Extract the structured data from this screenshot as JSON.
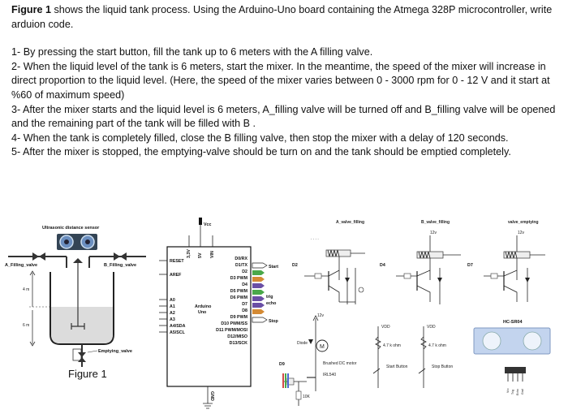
{
  "problem": {
    "intro_bold": "Figure 1",
    "intro_rest": " shows the liquid tank process. Using the Arduino-Uno board containing the Atmega 328P microcontroller, write arduion code.",
    "steps": [
      "1- By pressing the start button, fill the tank up to 6 meters with the A filling valve.",
      "2- When the liquid level of the tank is 6 meters, start the mixer. In the meantime, the speed of the mixer will increase in direct proportion to the liquid level. (Here, the speed of the mixer varies between 0 - 3000 rpm for 0 - 12 V and it start at %60 of maximum speed)",
      "3- After the mixer starts and the liquid level is 6 meters, A_filling valve will be turned off and B_filling valve will be opened and the remaining part of the tank will be filled with B .",
      "4- When the tank is completely filled, close the B filling valve, then stop the mixer with a delay of 120 seconds.",
      "5- After the mixer is stopped, the emptying-valve should be turn on and the tank should be emptied completely."
    ]
  },
  "tank": {
    "sensor_label": "Ultrasonic distance sensor",
    "a_valve": "A_Filling_valve",
    "b_valve": "B_Filling_valve",
    "emptying": "Emptying_valve",
    "level_top": "4 m",
    "level_bottom": "6 m",
    "caption": "Figure 1"
  },
  "arduino": {
    "vcc": "Vcc",
    "top_pins": [
      "3,3V",
      "5V",
      "VIN"
    ],
    "left_pins": [
      "RESET",
      "AREF",
      "A0",
      "A1",
      "A2",
      "A3",
      "A4/SDA",
      "A5/SCL"
    ],
    "right_pins": [
      "D0/RX",
      "D1/TX",
      "D2",
      "D3 PWM",
      "D4",
      "D5 PWM",
      "D6 PWM",
      "D7",
      "D8",
      "D9 PWM",
      "D10 PWM/SS",
      "D11 PWM/MOSI",
      "D12/MISO",
      "D13/SCK"
    ],
    "name": [
      "Arduino",
      "Uno"
    ],
    "gnd": "GND",
    "tags": {
      "start": "Start",
      "trig": "trig",
      "echo": "echo",
      "stop": "Stop"
    }
  },
  "circuit": {
    "valve_a": "A_valve_filling",
    "valve_b": "B_valve_filling",
    "valve_e": "valve_emptying",
    "v12": "12v",
    "d2": "D2",
    "d4": "D4",
    "d7": "D7",
    "d9": "D9",
    "diode": "Diode",
    "motor": "Brushed DC motor",
    "mosfet": "IRL540",
    "vdd": "VDD",
    "r47": "4.7 k ohm",
    "start": "Start Button",
    "stop": "Stop Button",
    "hc": "HC-SR04",
    "hc_pins": [
      "Vcc",
      "Trig",
      "Echo",
      "Gnd"
    ],
    "r10k": "10K"
  },
  "colors": {
    "water": "#dcdcdc",
    "sensor": "#6b8fc0",
    "hc_board": "#c3d4ee",
    "tag_green": "#4aa84a",
    "tag_purple": "#6a4fa5",
    "tag_orange": "#d48a34"
  }
}
